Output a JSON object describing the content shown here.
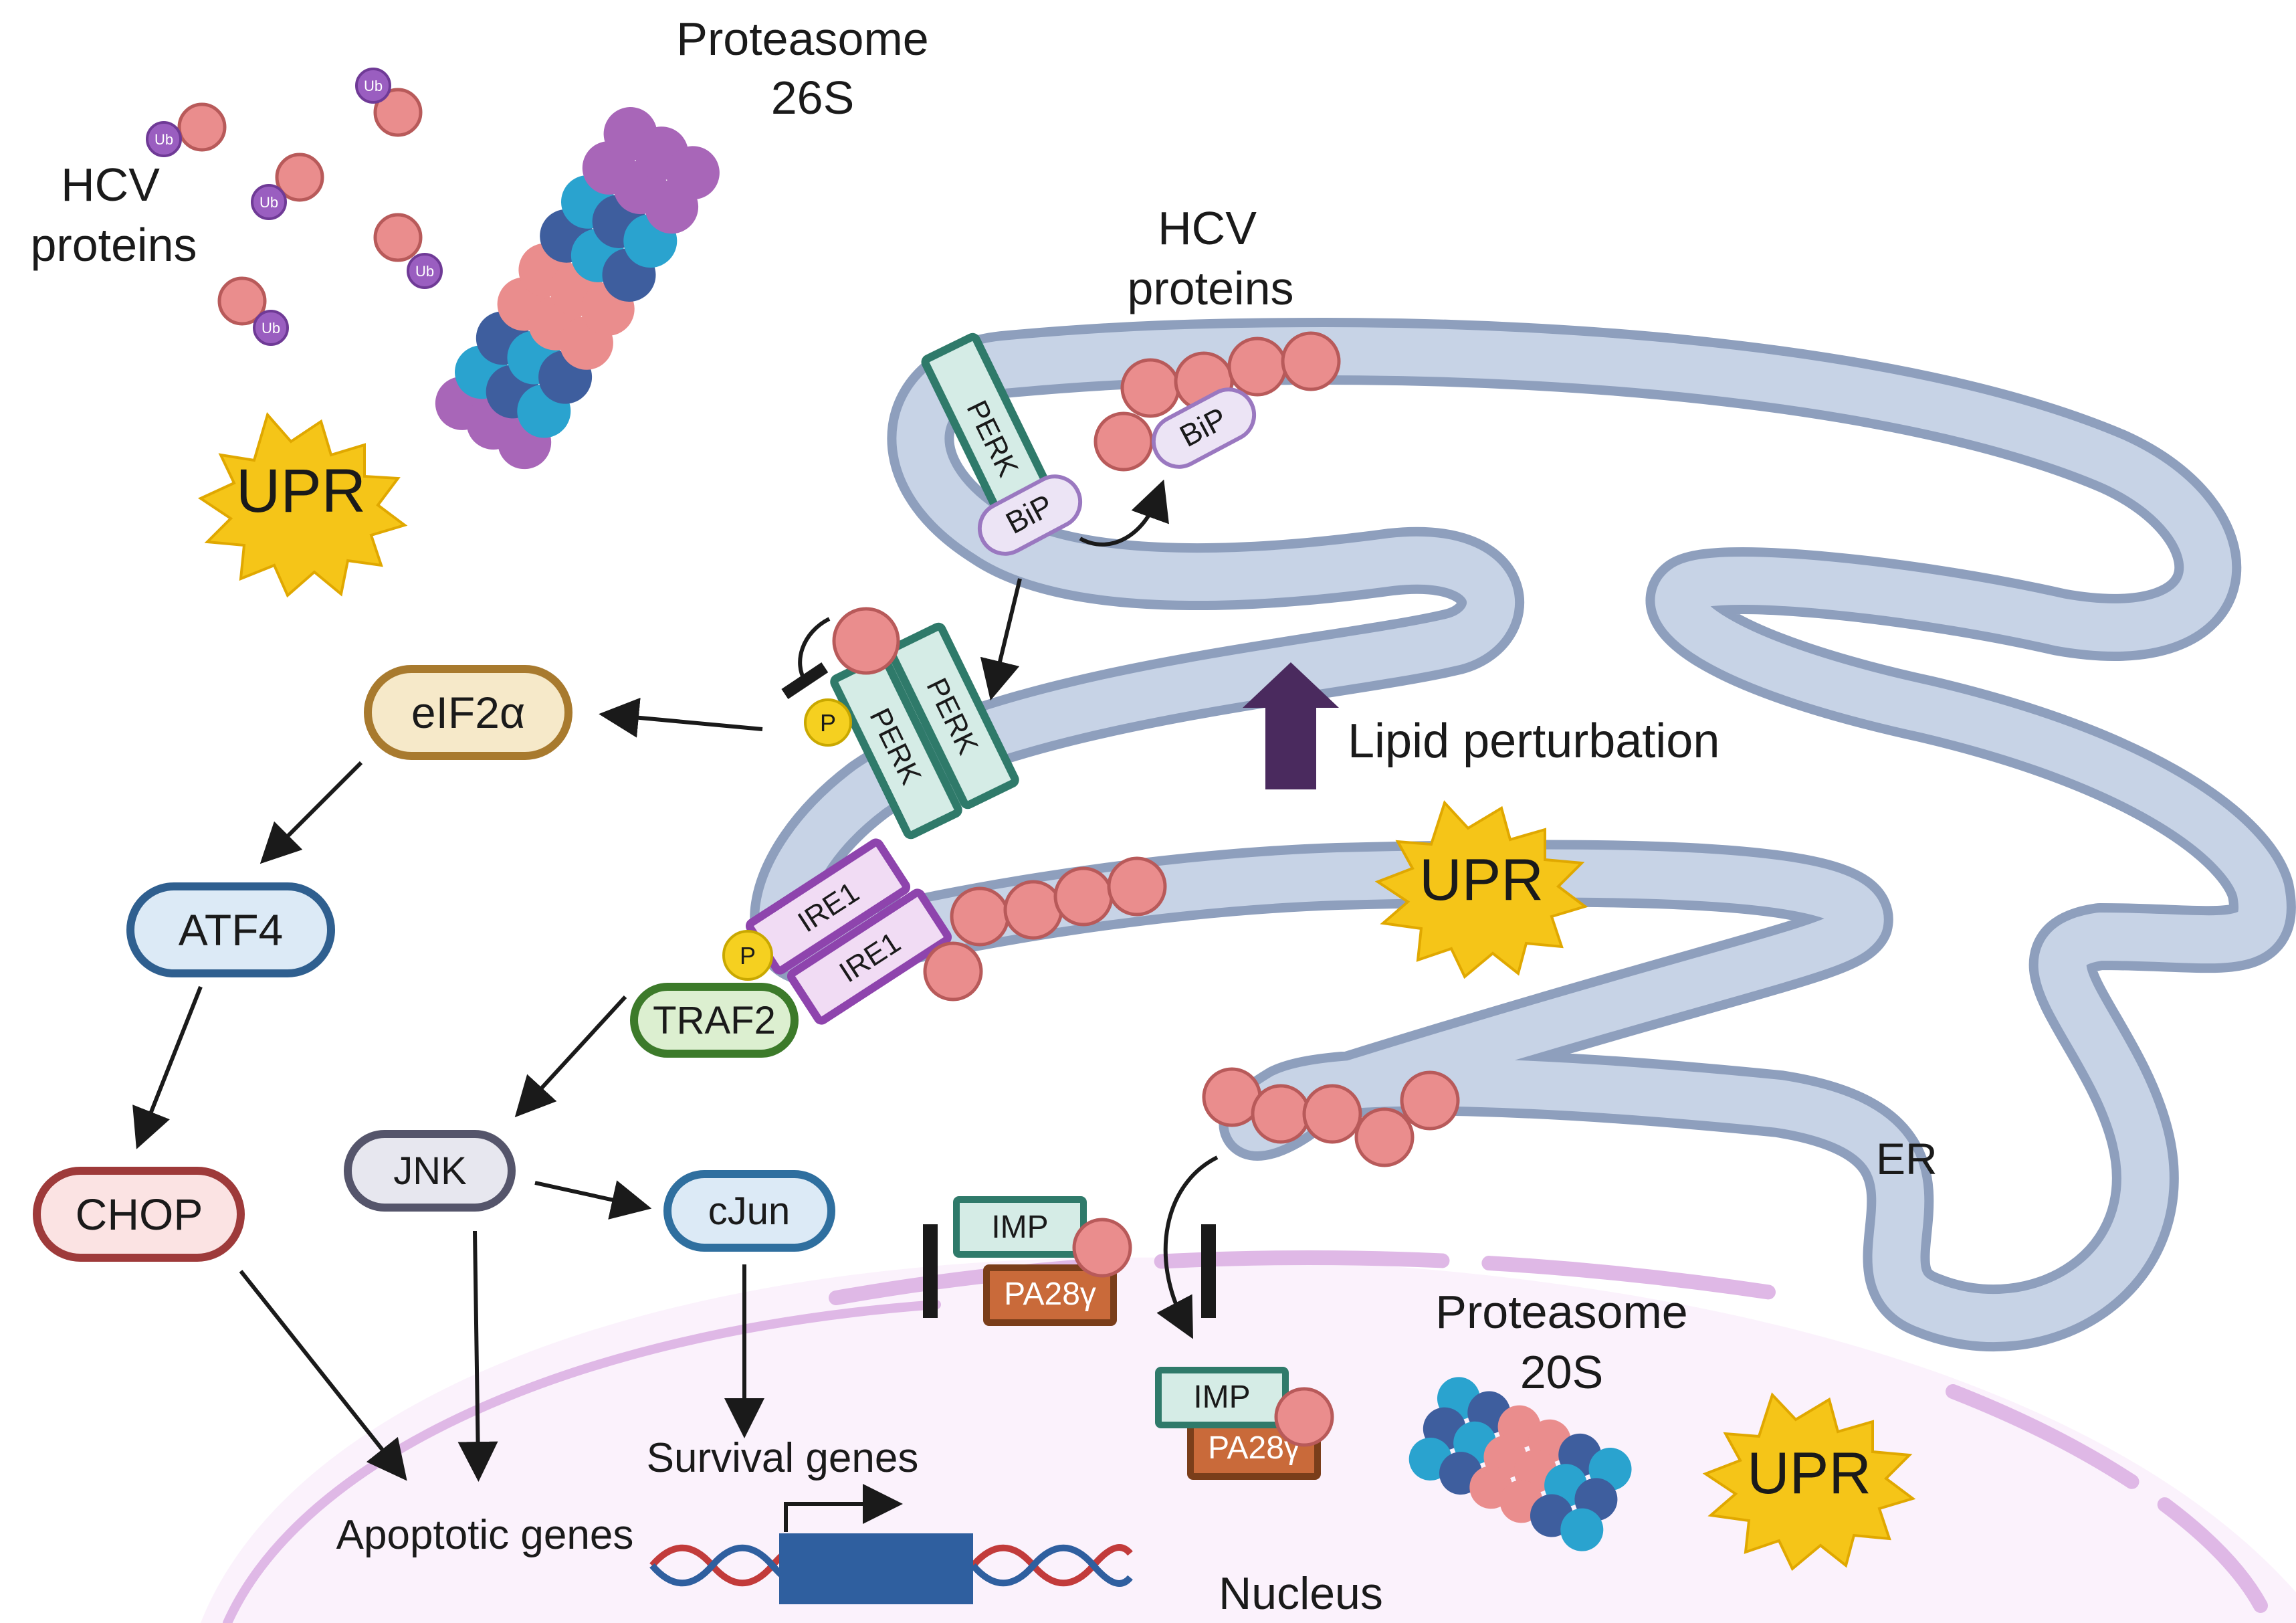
{
  "labels": {
    "hcv_proteins_cyto_line1": "HCV",
    "hcv_proteins_cyto_line2": "proteins",
    "hcv_proteins_er_line1": "HCV",
    "hcv_proteins_er_line2": "proteins",
    "proteasome26_line1": "Proteasome",
    "proteasome26_line2": "26S",
    "proteasome20_line1": "Proteasome",
    "proteasome20_line2": "20S",
    "lipid_perturbation": "Lipid perturbation",
    "er": "ER",
    "nucleus": "Nucleus",
    "survival_genes": "Survival genes",
    "apoptotic_genes": "Apoptotic genes"
  },
  "upr": {
    "upr_top_left": "UPR",
    "upr_er": "UPR",
    "upr_bottom_right": "UPR"
  },
  "ub_tag": "Ub",
  "phospho_tag": "P",
  "pathway_nodes": {
    "eif2a": "eIF2α",
    "atf4": "ATF4",
    "chop": "CHOP",
    "jnk": "JNK",
    "cjun": "cJun",
    "traf2": "TRAF2"
  },
  "membrane_proteins": {
    "perk": "PERK",
    "bip": "BiP",
    "ire1": "IRE1"
  },
  "nuclear_complex": {
    "imp": "IMP",
    "pa28": "PA28γ"
  },
  "colors": {
    "er_lumen": "#c7d3e6",
    "er_membrane": "#8e9fbd",
    "hcv_protein": "#e88a88",
    "ubiquitin": "#9a5ec0",
    "upr_burst": "#f5c518",
    "perk": "#2f7a6a",
    "ire1": "#8e44ad",
    "traf2": "#3c7a2a",
    "phospho": "#f5d020",
    "nucleus_envelope": "#dfb8e6",
    "nucleus_fill": "#fbf2fc",
    "lipid_arrow": "#4a2a5e",
    "eif2a": "#a87a2e",
    "atf4": "#2f5f8f",
    "chop": "#9e3a3a",
    "jnk": "#55556b",
    "cjun": "#2f6f9f",
    "proteasome_cyan": "#2aa3cf",
    "proteasome_navy": "#3e5e9e",
    "proteasome_purple": "#a866b8",
    "proteasome_pink": "#ea8d8d"
  }
}
